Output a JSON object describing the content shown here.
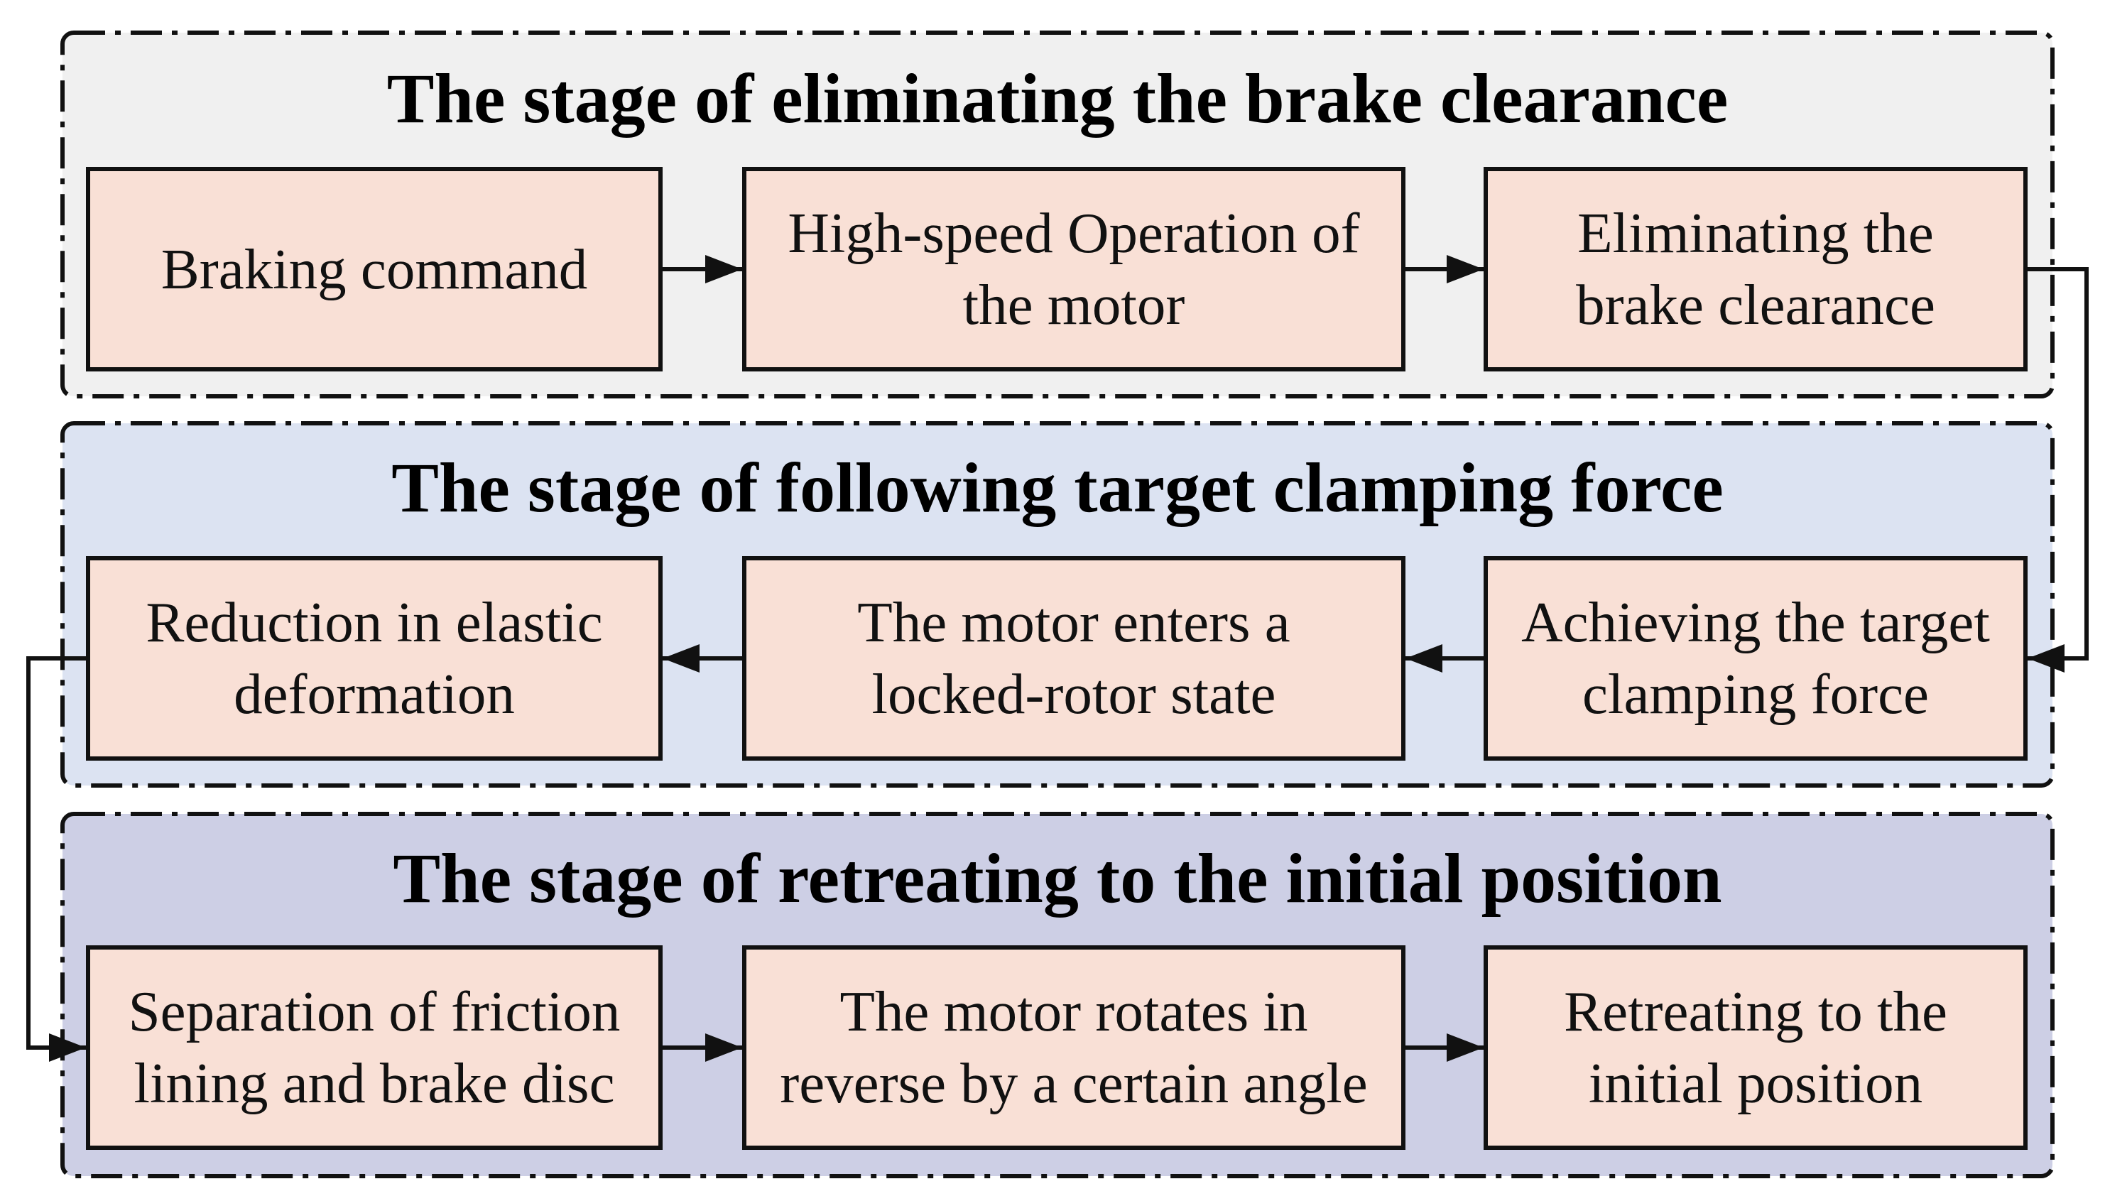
{
  "stages": [
    {
      "title": "The stage of eliminating the brake clearance",
      "steps": [
        {
          "lines": [
            "Braking command"
          ]
        },
        {
          "lines": [
            "High-speed Operation of",
            "the motor"
          ]
        },
        {
          "lines": [
            "Eliminating the",
            "brake clearance"
          ]
        }
      ]
    },
    {
      "title": "The stage of following target clamping force",
      "steps": [
        {
          "lines": [
            "Reduction in elastic",
            "deformation"
          ]
        },
        {
          "lines": [
            "The motor enters a",
            "locked-rotor state"
          ]
        },
        {
          "lines": [
            "Achieving the target",
            "clamping force"
          ]
        }
      ]
    },
    {
      "title": "The stage of retreating to the initial position",
      "steps": [
        {
          "lines": [
            "Separation of friction",
            "lining and brake disc"
          ]
        },
        {
          "lines": [
            "The motor rotates in",
            "reverse by a certain angle"
          ]
        },
        {
          "lines": [
            "Retreating to the",
            "initial position"
          ]
        }
      ]
    }
  ],
  "colors": {
    "stage_1_background": "#f0f0f0",
    "stage_2_background": "#dce3f2",
    "stage_3_background": "#cdcfe5",
    "step_box_fill": "#f9e0d6",
    "line": "#111111"
  }
}
